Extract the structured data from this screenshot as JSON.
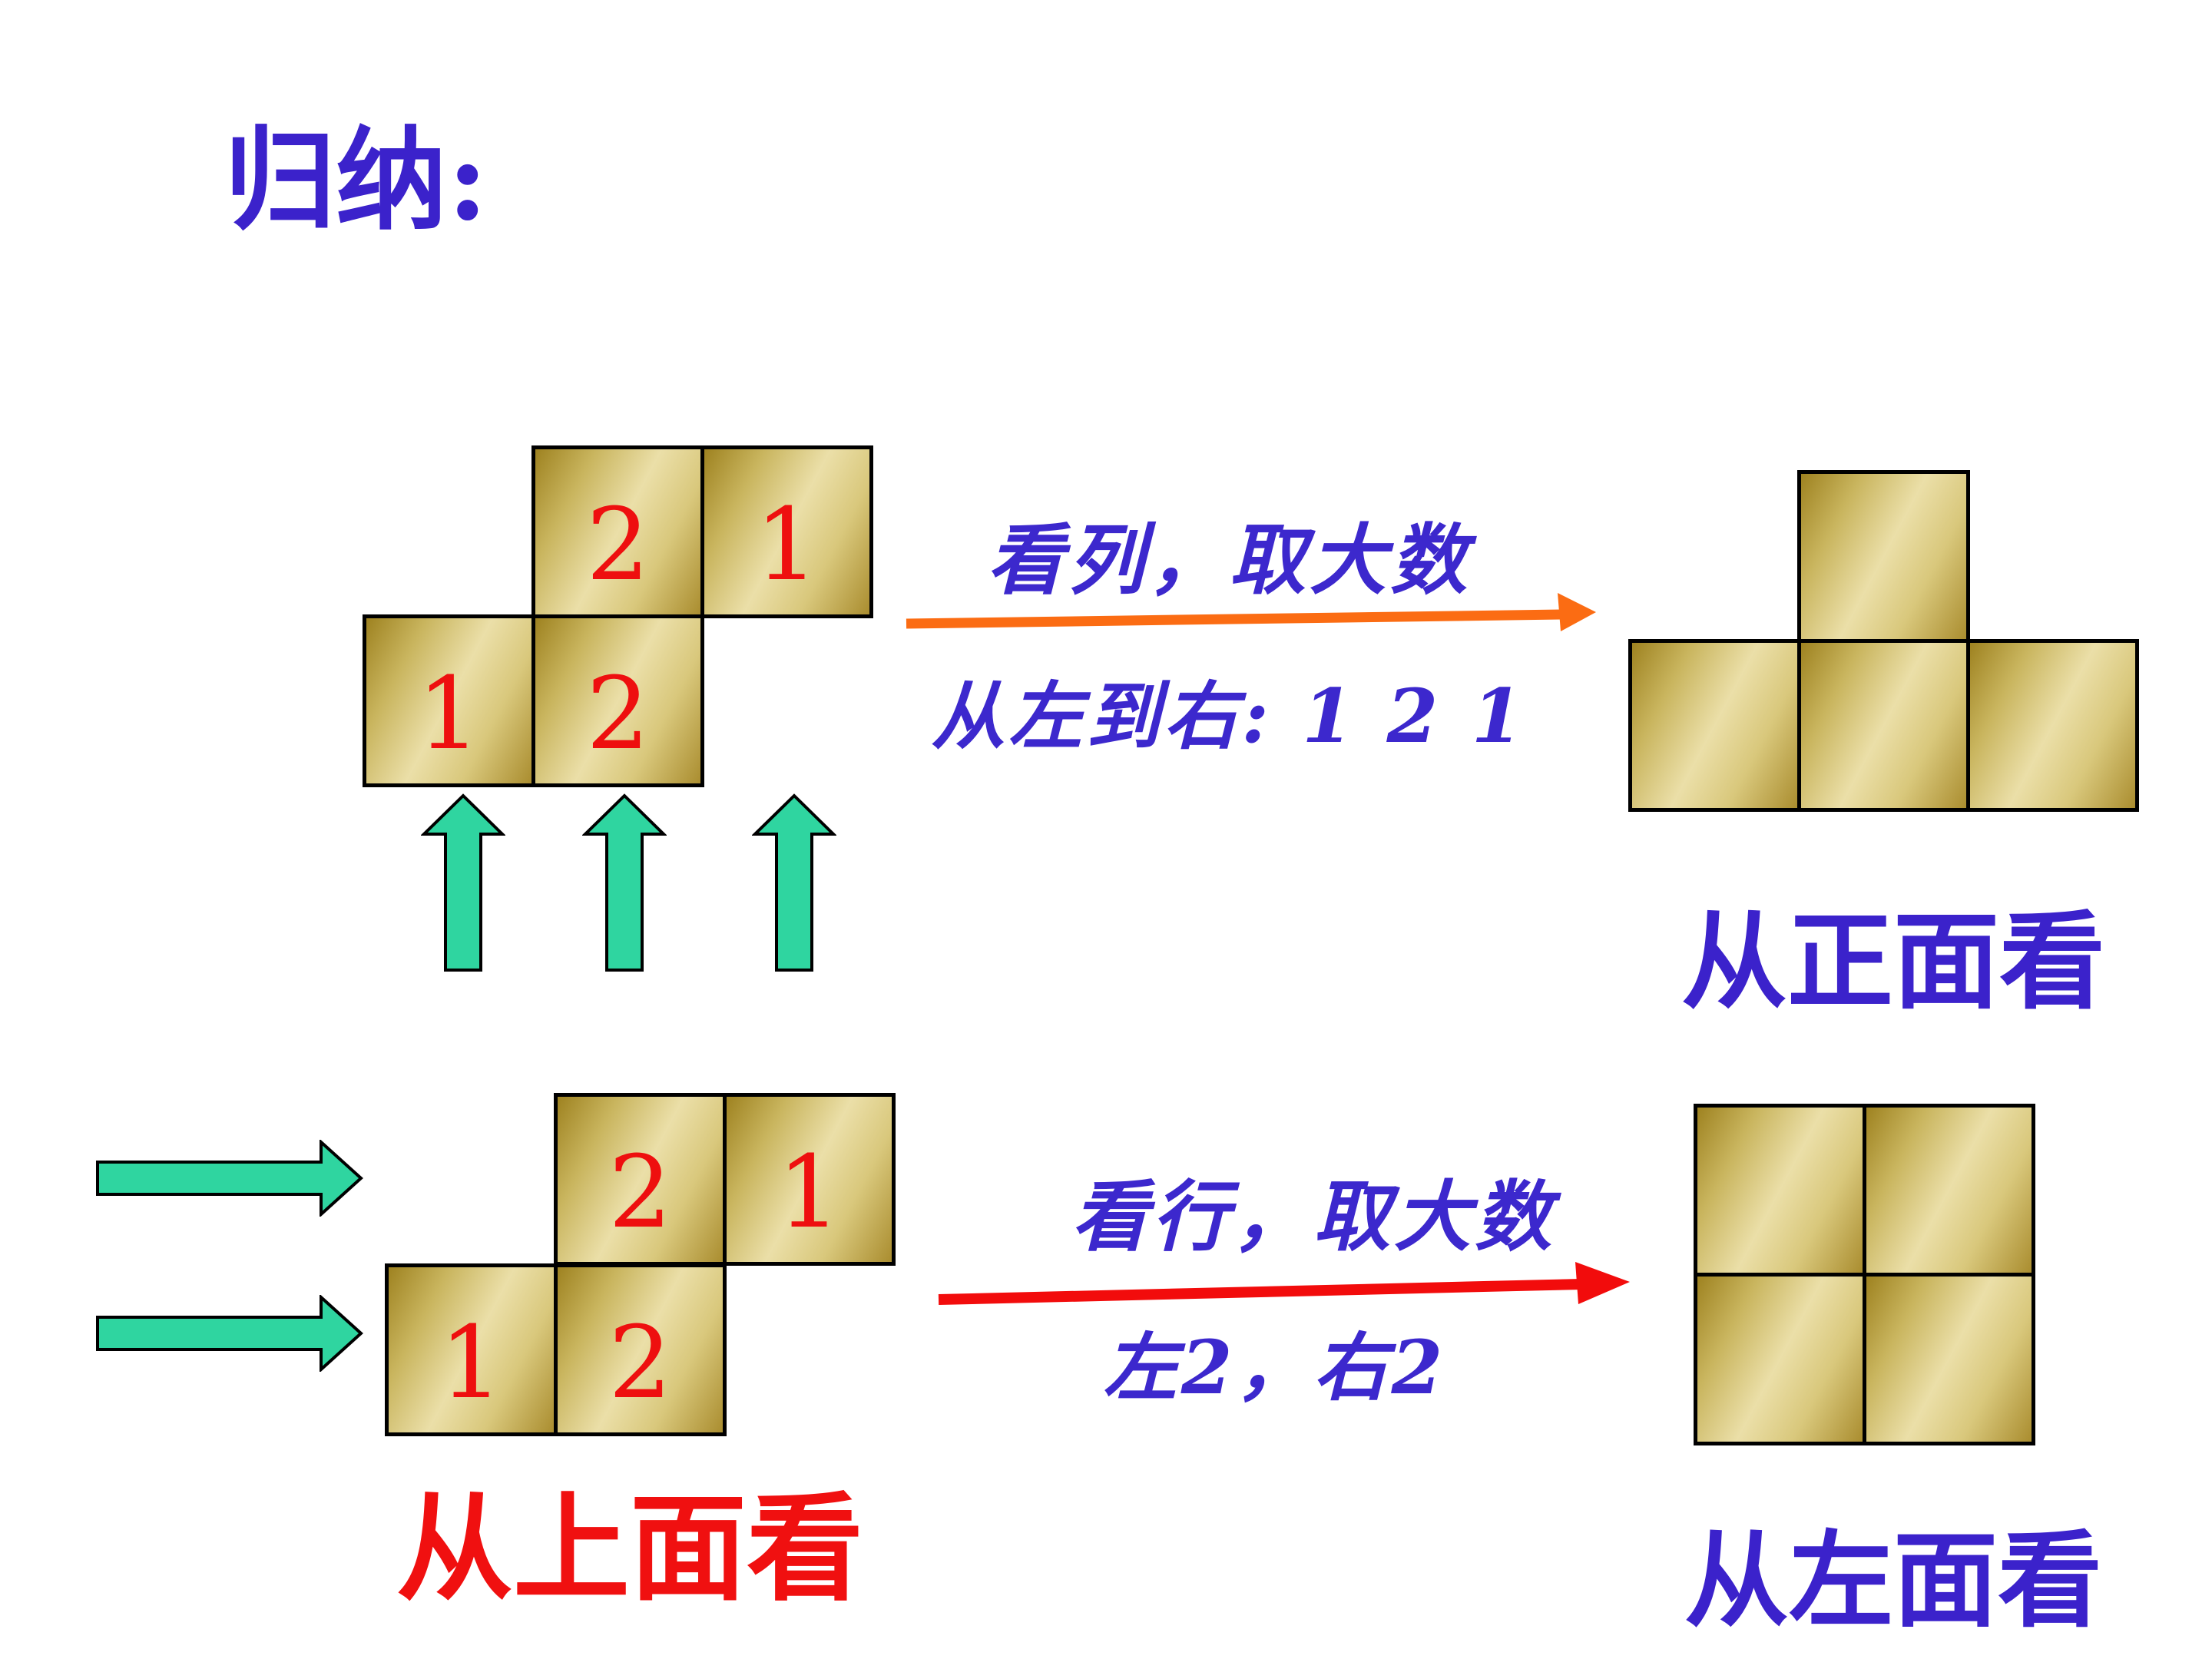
{
  "slide": {
    "title": "归纳:"
  },
  "top_view": {
    "top_row": [
      "2",
      "1"
    ],
    "bottom_row": [
      "1",
      "2"
    ]
  },
  "front_flow": {
    "rule1": "看列，取大数",
    "rule2": "从左到右: 1 2 1",
    "caption": "从正面看"
  },
  "left_flow": {
    "rule1": "看行，取大数",
    "rule2": "左2，右2",
    "caption": "从左面看"
  },
  "top_caption": "从上面看",
  "figures": {
    "front_view_shape": {
      "top_cells": 1,
      "bottom_cells": 3
    },
    "left_view_shape": {
      "rows": 2,
      "cols": 2
    }
  },
  "icons": {
    "up_arrows": "arrow-up-icon",
    "side_arrows": "arrow-right-icon",
    "front_transform_arrow": "orange-arrow-right-icon",
    "left_transform_arrow": "red-arrow-right-icon"
  },
  "colors": {
    "heading_blue": "#3b22cb",
    "script_blue": "#3c28cd",
    "number_red": "#ee0f0f",
    "caption_red": "#f01010",
    "arrow_orange": "#fb6c13",
    "arrow_red": "#f20c0c",
    "arrow_green": "#2fd5a0",
    "cell_gold_dark": "#9e8220",
    "cell_gold_light": "#ebdfa8",
    "cell_border": "#000000"
  }
}
